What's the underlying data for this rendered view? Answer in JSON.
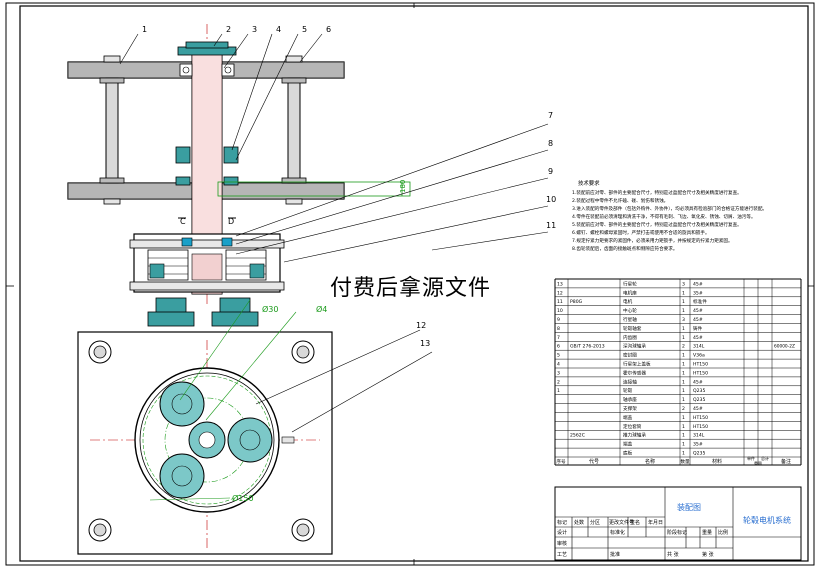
{
  "balloons": [
    "1",
    "2",
    "3",
    "4",
    "5",
    "6",
    "7",
    "8",
    "9",
    "10",
    "11",
    "12",
    "13"
  ],
  "dimensions": {
    "d30": "Ø30",
    "d4": "Ø4",
    "d150": "Ø150",
    "c": "C",
    "d": "D",
    "h": "180"
  },
  "watermark": "付费后拿源文件",
  "notes": {
    "title": "技术要求",
    "lines": [
      "1.装配前应对零、部件的主要配合尺寸，特别是过盈配合尺寸及相关精度进行复查。",
      "2.装配过程中零件不允许磕、碰、划伤和锈蚀。",
      "3.进入装配的零件及部件（包括外购件、外协件），均必须具有检验部门的合格证方能进行装配。",
      "4.零件在装配前必须清理和清洗干净，不得有毛刺、飞边、氧化皮、锈蚀、切屑、油污等。",
      "5.装配前应对零、部件的主要配合尺寸，特别是过盈配合尺寸及相关精度进行复查。",
      "6.螺钉、螺栓和螺母紧固时，严禁打击或使用不合适的旋具和扳手。",
      "7.规定拧紧力矩要求的紧固件，必须采用力矩扳手，并按规定的拧紧力矩紧固。",
      "8.齿轮装配后，齿面的接触斑点和侧隙应符合要求。"
    ]
  },
  "bom": {
    "rows": [
      [
        "13",
        "",
        "行星轮",
        "3",
        "45#",
        "",
        ""
      ],
      [
        "12",
        "",
        "电机座",
        "1",
        "35#",
        "",
        ""
      ],
      [
        "11",
        "P80G",
        "电机",
        "1",
        "标准件",
        "",
        ""
      ],
      [
        "10",
        "",
        "中心轮",
        "1",
        "45#",
        "",
        ""
      ],
      [
        "9",
        "",
        "行星轴",
        "3",
        "45#",
        "",
        ""
      ],
      [
        "8",
        "",
        "轮毂轴套",
        "1",
        "铸件",
        "",
        ""
      ],
      [
        "7",
        "",
        "内齿圈",
        "1",
        "45#",
        "",
        ""
      ],
      [
        "6",
        "GB/T 276-2013",
        "深沟球轴承",
        "2",
        "314L",
        "",
        "60000-2Z"
      ],
      [
        "5",
        "",
        "密封圈",
        "1",
        "V36a",
        "",
        ""
      ],
      [
        "4",
        "",
        "行星架上盖板",
        "1",
        "HT150",
        "",
        ""
      ],
      [
        "3",
        "",
        "霍尔传感器",
        "1",
        "HT150",
        "",
        ""
      ],
      [
        "2",
        "",
        "连接轴",
        "1",
        "45#",
        "",
        ""
      ],
      [
        "1",
        "",
        "轮毂",
        "1",
        "Q235",
        "",
        ""
      ]
    ],
    "extra_rows": [
      [
        "",
        "",
        "轴承座",
        "1",
        "Q235",
        "",
        ""
      ],
      [
        "",
        "",
        "支撑架",
        "2",
        "45#",
        "",
        ""
      ],
      [
        "",
        "",
        "端盖",
        "1",
        "HT150",
        "",
        ""
      ],
      [
        "",
        "",
        "定位套筒",
        "1",
        "HT150",
        "",
        ""
      ],
      [
        "",
        "2562C",
        "推力球轴承",
        "1",
        "314L",
        "",
        ""
      ],
      [
        "",
        "",
        "端盖",
        "1",
        "35#",
        "",
        ""
      ],
      [
        "",
        "",
        "底板",
        "1",
        "Q235",
        "",
        ""
      ]
    ],
    "header": {
      "seq": "序号",
      "code": "代号",
      "name": "名称",
      "qty": "数量",
      "material": "材料",
      "single": "单件",
      "total": "总计",
      "weight": "重量",
      "remark": "备注"
    }
  },
  "title_block": {
    "drawing_title": "轮毂电机系统",
    "subtitle": "装配图",
    "labels": {
      "mark": "标记",
      "count": "处数",
      "zone": "分区",
      "change_doc": "更改文件号",
      "sign": "签名",
      "date": "年月日",
      "design": "设计",
      "standardize": "标准化",
      "stage_mark": "阶段标记",
      "weight": "重量",
      "scale": "比例",
      "review": "审核",
      "process": "工艺",
      "approve": "批准",
      "sheets": "共 张",
      "sheet": "第 张"
    }
  }
}
